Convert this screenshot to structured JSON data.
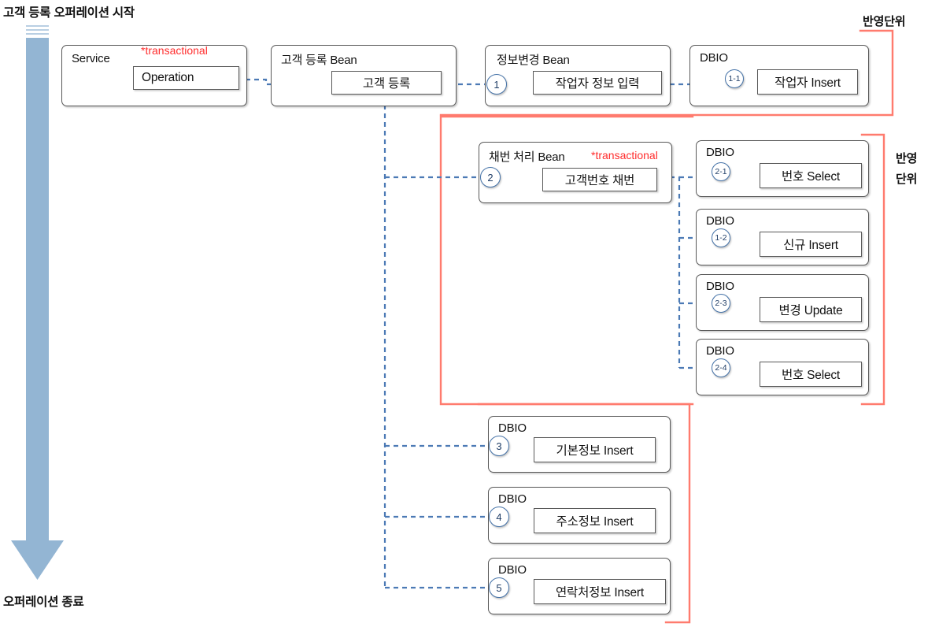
{
  "diagram": {
    "title_top": "고객 등록 오퍼레이션 시작",
    "title_bottom": "오퍼레이션 종료",
    "transactional_mark": "*transactional",
    "accent_red": "#ff7b6e",
    "accent_blue": "#4472a8",
    "arrow_color": "#93b5d3",
    "box_border": "#595959"
  },
  "units": {
    "top": "반영단위",
    "middle_line1": "반영",
    "middle_line2": "단위"
  },
  "service": {
    "title": "Service",
    "operation": "Operation"
  },
  "beans": [
    {
      "title": "고객 등록 Bean",
      "op": "고객 등록",
      "num": ""
    },
    {
      "title": "정보변경 Bean",
      "op": "작업자 정보 입력",
      "num": "1"
    },
    {
      "title": "채번 처리 Bean",
      "tx": "*transactional",
      "op": "고객번호 채번",
      "num": "2"
    }
  ],
  "dbio_label": "DBIO",
  "dbio": [
    {
      "num": "1-1",
      "op": "작업자 Insert",
      "group": "top"
    },
    {
      "num": "2-1",
      "op": "번호 Select",
      "group": "middle"
    },
    {
      "num": "1-2",
      "op": "신규 Insert",
      "group": "middle"
    },
    {
      "num": "2-3",
      "op": "변경 Update",
      "group": "middle"
    },
    {
      "num": "2-4",
      "op": "번호 Select",
      "group": "middle"
    },
    {
      "num": "3",
      "op": "기본정보 Insert",
      "group": "bottom"
    },
    {
      "num": "4",
      "op": "주소정보 Insert",
      "group": "bottom"
    },
    {
      "num": "5",
      "op": "연락처정보 Insert",
      "group": "bottom"
    }
  ]
}
